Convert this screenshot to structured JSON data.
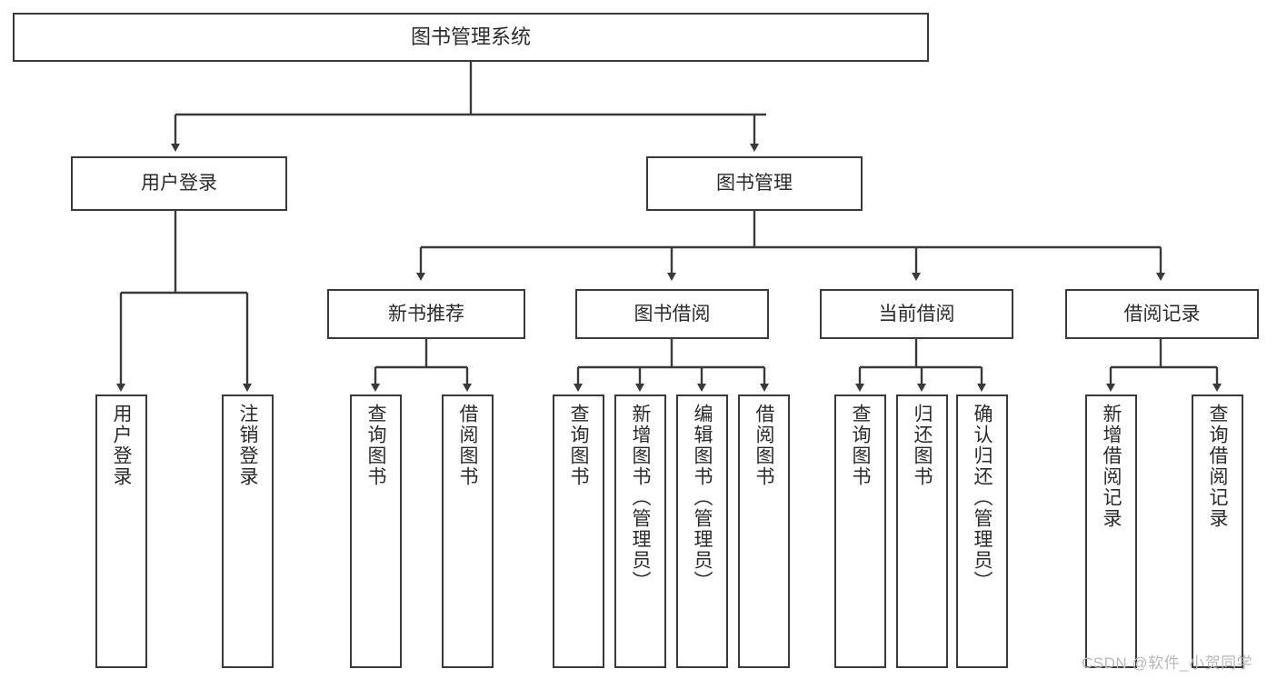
{
  "diagram": {
    "type": "hierarchy-tree",
    "title": "图书管理系统",
    "orientation": "top-down",
    "nodes": {
      "root": {
        "label": "图书管理系统",
        "level": 0
      },
      "level1": [
        {
          "id": "user-login",
          "label": "用户登录"
        },
        {
          "id": "book-manage",
          "label": "图书管理"
        }
      ],
      "level2": [
        {
          "id": "new-book-recommend",
          "label": "新书推荐",
          "parent": "book-manage"
        },
        {
          "id": "book-borrow",
          "label": "图书借阅",
          "parent": "book-manage"
        },
        {
          "id": "current-borrow",
          "label": "当前借阅",
          "parent": "book-manage"
        },
        {
          "id": "borrow-record",
          "label": "借阅记录",
          "parent": "book-manage"
        }
      ],
      "leaves": [
        {
          "id": "leaf-user-login",
          "label": "用户登录",
          "parent": "user-login"
        },
        {
          "id": "leaf-logout-login",
          "label": "注销登录",
          "parent": "user-login"
        },
        {
          "id": "leaf-query-book-1",
          "label": "查询图书",
          "parent": "new-book-recommend"
        },
        {
          "id": "leaf-borrow-book-1",
          "label": "借阅图书",
          "parent": "new-book-recommend"
        },
        {
          "id": "leaf-query-book-2",
          "label": "查询图书",
          "parent": "book-borrow"
        },
        {
          "id": "leaf-add-book",
          "label": "新增图书（管理员）",
          "parent": "book-borrow"
        },
        {
          "id": "leaf-edit-book",
          "label": "编辑图书（管理员）",
          "parent": "book-borrow"
        },
        {
          "id": "leaf-borrow-book-2",
          "label": "借阅图书",
          "parent": "book-borrow"
        },
        {
          "id": "leaf-query-book-3",
          "label": "查询图书",
          "parent": "current-borrow"
        },
        {
          "id": "leaf-return-book",
          "label": "归还图书",
          "parent": "current-borrow"
        },
        {
          "id": "leaf-confirm-return",
          "label": "确认归还（管理员）",
          "parent": "current-borrow"
        },
        {
          "id": "leaf-add-record",
          "label": "新增借阅记录",
          "parent": "borrow-record"
        },
        {
          "id": "leaf-query-record",
          "label": "查询借阅记录",
          "parent": "borrow-record"
        }
      ]
    },
    "colors": {
      "stroke": "#3a3a3a",
      "fill": "#ffffff",
      "text": "#2b2b2b",
      "watermark": "#b9b9b9"
    }
  },
  "watermark": {
    "text": "CSDN @软件_小贺同学"
  }
}
